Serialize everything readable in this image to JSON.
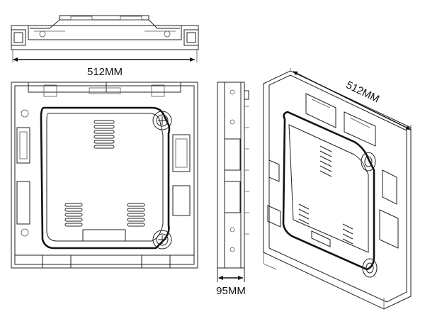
{
  "dimensions": {
    "width_label": "512MM",
    "depth_label": "95MM",
    "iso_width_label": "512MM"
  },
  "colors": {
    "line": "#222222",
    "background": "#ffffff"
  }
}
